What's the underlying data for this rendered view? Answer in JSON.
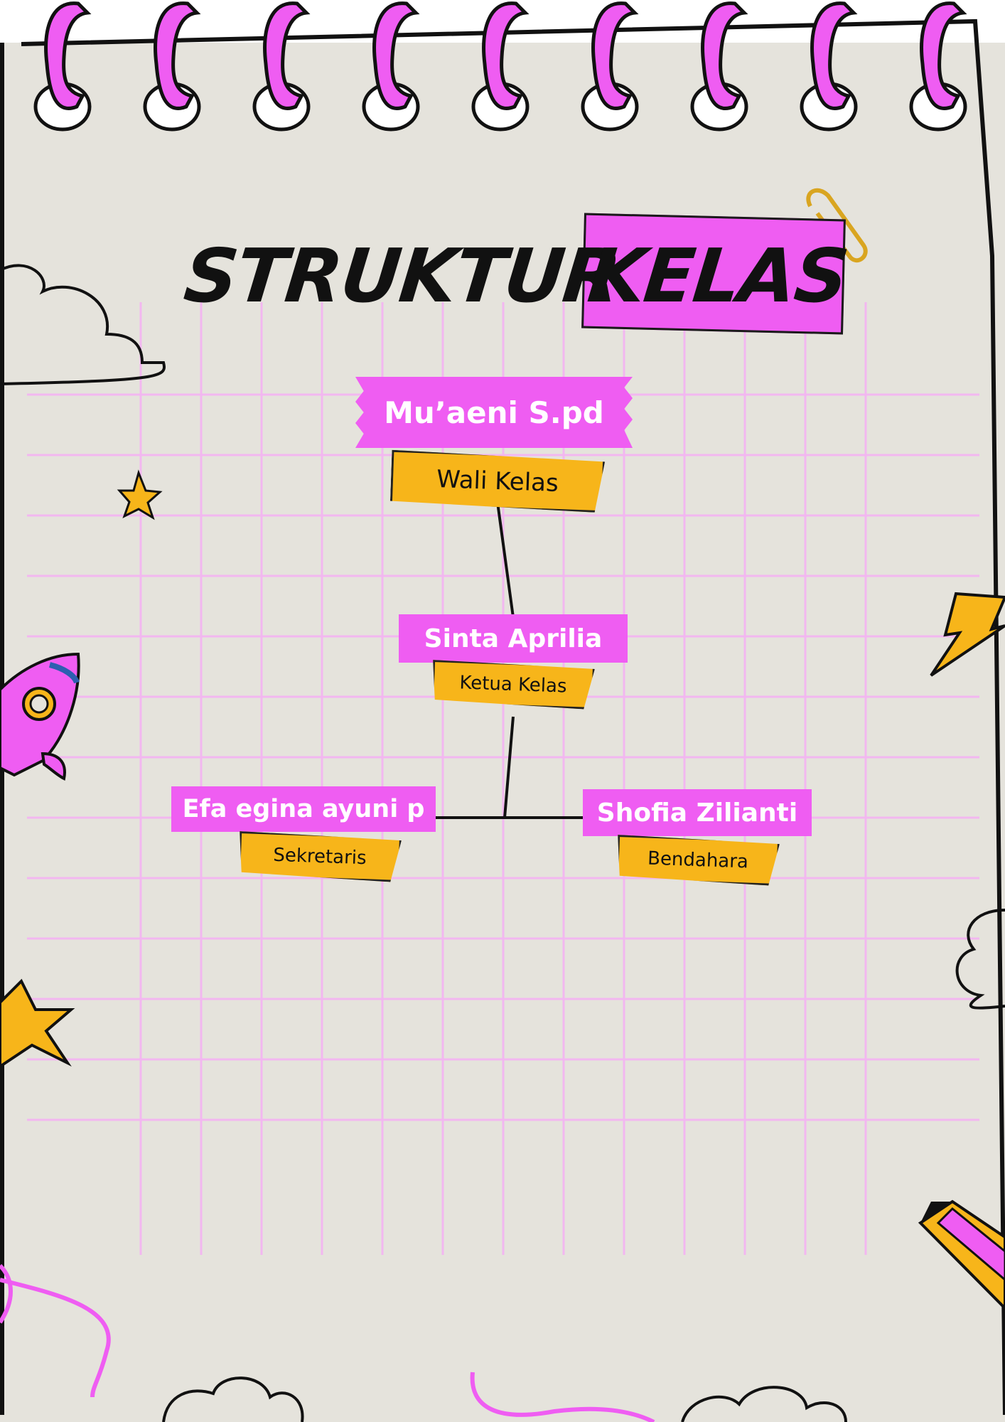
{
  "title": {
    "word1": "STRUKTUR",
    "word2": "KELAS"
  },
  "colors": {
    "paper": "#e5e3dc",
    "grid": "#f2b7f0",
    "accent_pink": "#ef5df2",
    "accent_yellow": "#f7b51a",
    "ink": "#111111"
  },
  "nodes": {
    "wali": {
      "name": "Mu’aeni S.pd",
      "role": "Wali Kelas"
    },
    "ketua": {
      "name": "Sinta Aprilia",
      "role": "Ketua Kelas"
    },
    "sekretaris": {
      "name": "Efa egina ayuni p",
      "role": "Sekretaris"
    },
    "bendahara": {
      "name": "Shofia Zilianti",
      "role": "Bendahara"
    }
  },
  "decorations": [
    "spiral-binding-icon",
    "cloud-icon",
    "star-icon",
    "rocket-icon",
    "lightning-icon",
    "pencil-icon",
    "paperclip-icon"
  ]
}
